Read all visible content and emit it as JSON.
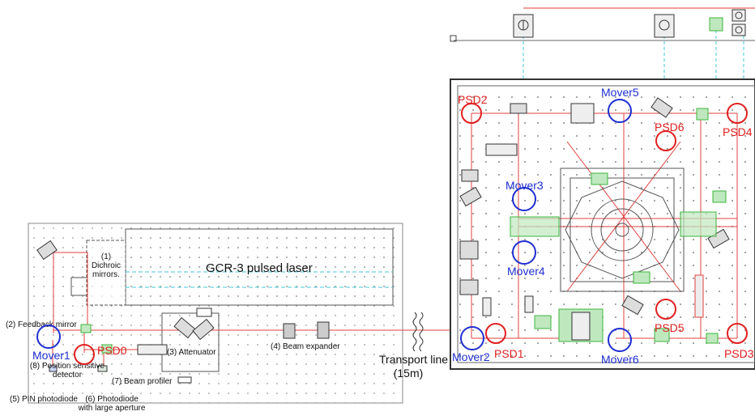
{
  "colors": {
    "beam": "#e04040",
    "psd_ring": "#e02020",
    "mover_ring": "#1e2fd0",
    "psd_label": "#e02020",
    "mover_label": "#1e2fd0",
    "table_outline": "#888888",
    "fiber": "#40c8d8",
    "component_green": "#3cb43c"
  },
  "laser_table": {
    "laser_label": "GCR-3 pulsed laser",
    "dichroic_label": "(1)\nDichroic\nmirrors.",
    "feedback_mirror_label": "(2) Feedback mirror",
    "attenuator_label": "(3) Attenuator",
    "beam_expander_label": "(4) Beam expander",
    "pin_photodiode_label": "(5) PIN photodiode",
    "photodiode_label": "(6) Photodiode\nwith large aperture",
    "beam_profiler_label": "(7) Beam profiler",
    "psd_component_label": "(8) Position sensitive\ndetector"
  },
  "transport": {
    "label": "Transport line",
    "length": "(15m)"
  },
  "markers": {
    "psd": [
      "PSD0",
      "PSD1",
      "PSD2",
      "PSD3",
      "PSD4",
      "PSD5",
      "PSD6"
    ],
    "movers": [
      "Mover1",
      "Mover2",
      "Mover3",
      "Mover4",
      "Mover5",
      "Mover6"
    ]
  }
}
